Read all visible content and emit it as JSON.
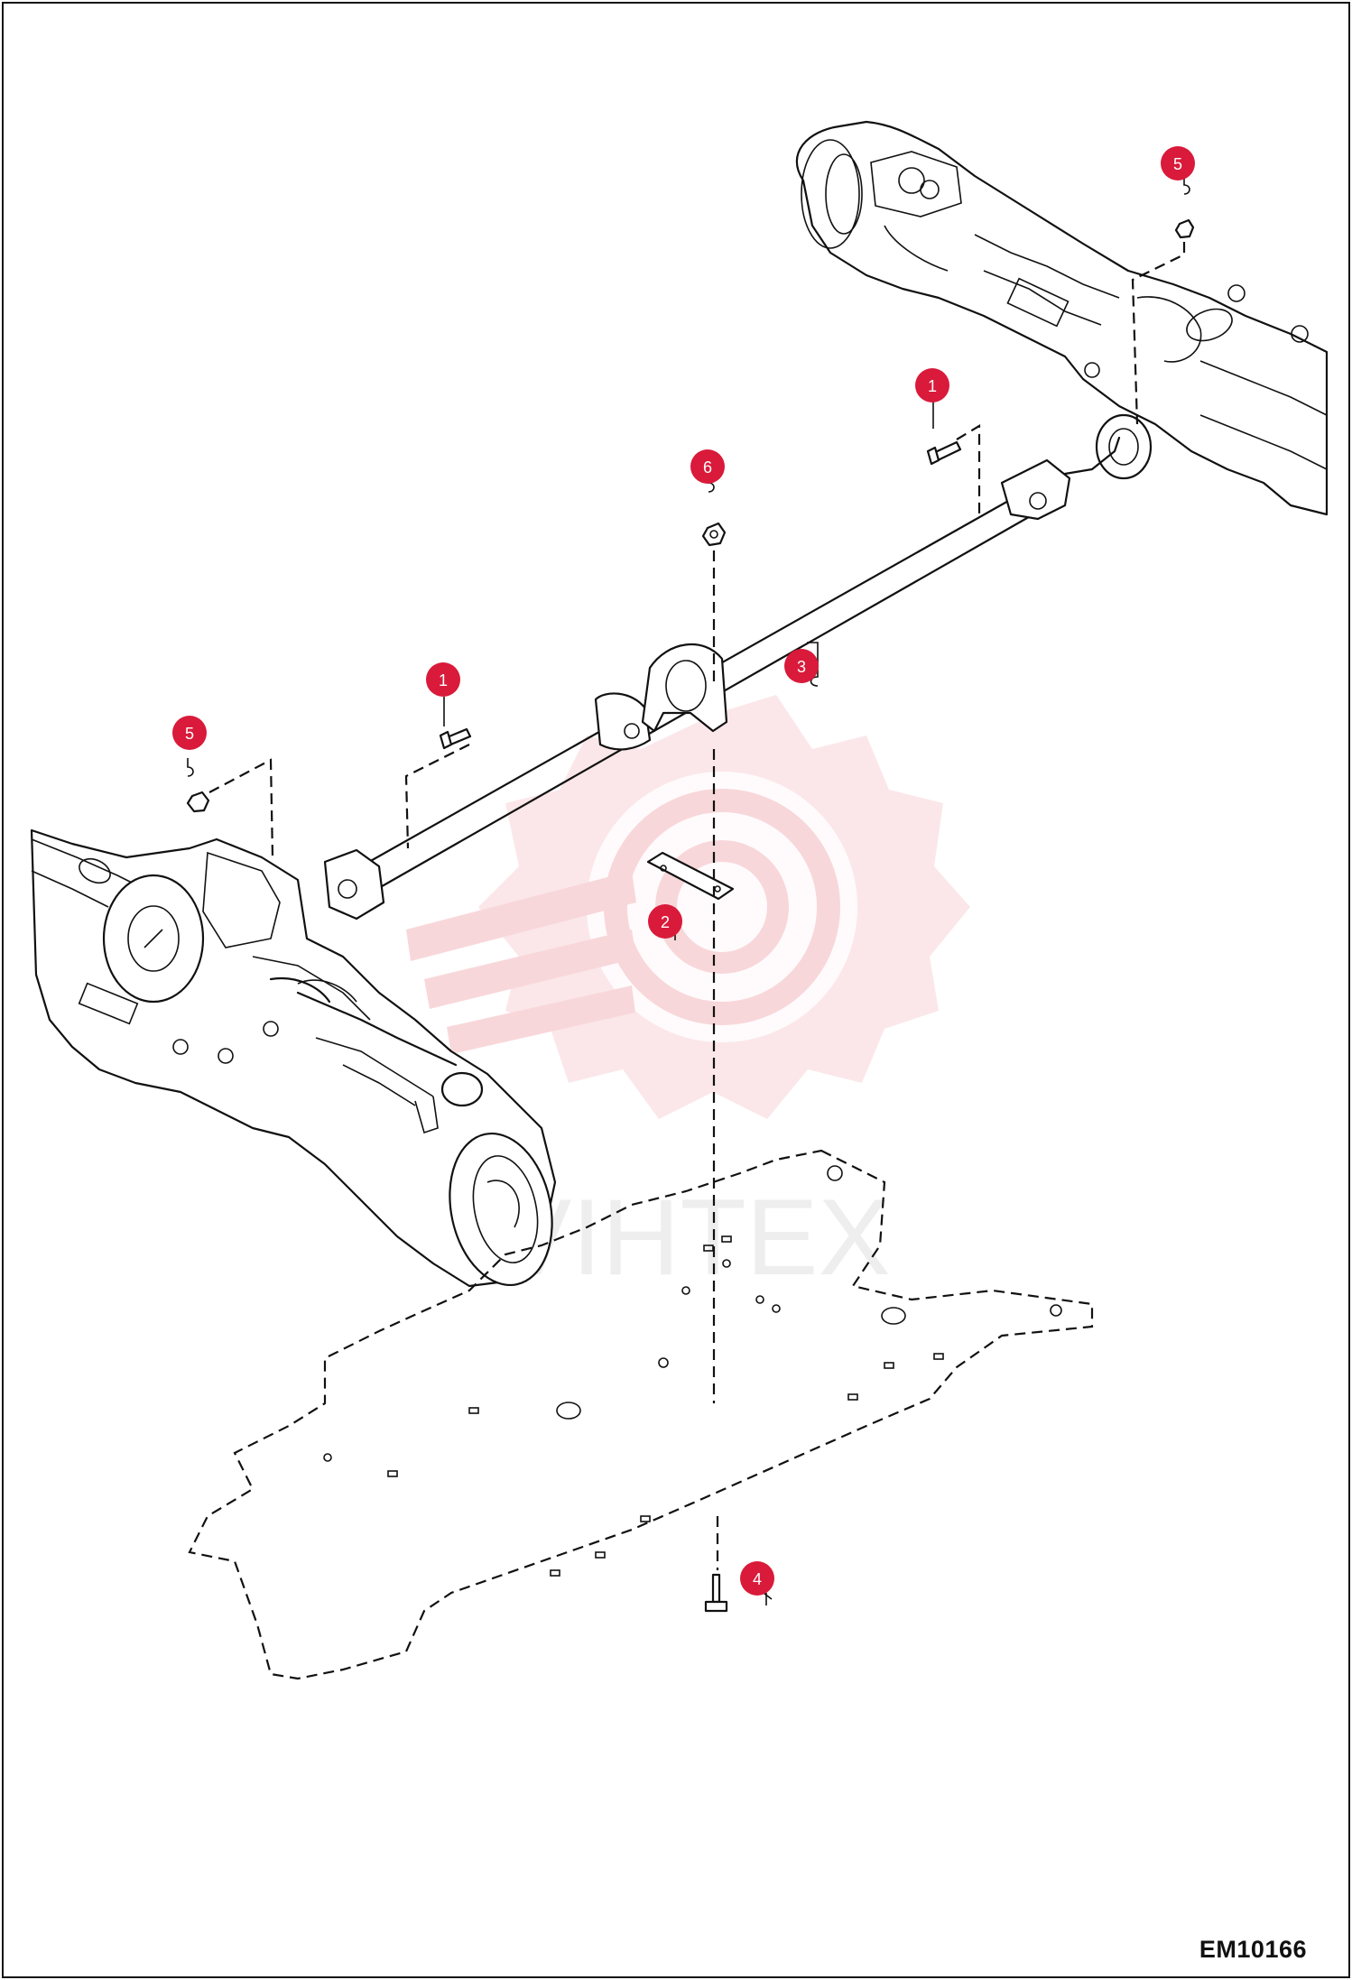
{
  "drawing": {
    "code": "EM10166",
    "watermark": "VIHTEX",
    "callout_color": "#d91a3a",
    "watermark_color": "#f4b8bd"
  },
  "callouts": [
    {
      "label": "5",
      "part": "nut"
    },
    {
      "label": "1",
      "part": "bolt"
    },
    {
      "label": "6",
      "part": "nut"
    },
    {
      "label": "3",
      "part": "drive-shaft"
    },
    {
      "label": "1",
      "part": "bolt"
    },
    {
      "label": "5",
      "part": "nut"
    },
    {
      "label": "2",
      "part": "shim-plate"
    },
    {
      "label": "4",
      "part": "bolt"
    }
  ]
}
